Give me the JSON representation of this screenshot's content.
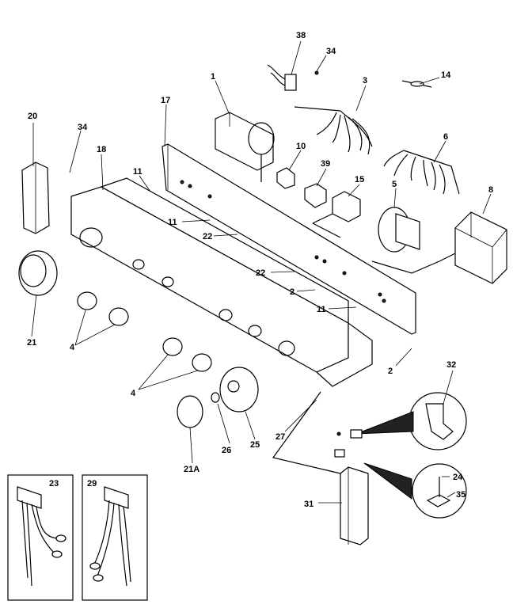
{
  "callouts": [
    "38",
    "34",
    "14",
    "1",
    "3",
    "17",
    "20",
    "34",
    "10",
    "6",
    "18",
    "11",
    "39",
    "15",
    "5",
    "8",
    "11",
    "22",
    "22",
    "2",
    "21",
    "11",
    "4",
    "2",
    "4",
    "32",
    "27",
    "26",
    "25",
    "21A",
    "23",
    "29",
    "24",
    "35",
    "31"
  ]
}
